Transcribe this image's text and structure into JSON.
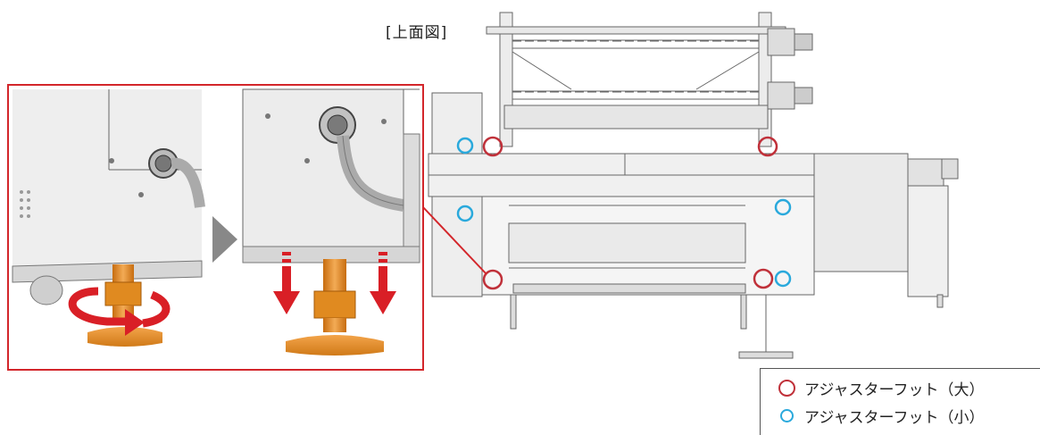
{
  "top_view_label": "[上面図]",
  "legend": {
    "large_label": "アジャスターフット（大）",
    "small_label": "アジャスターフット（小）"
  },
  "colors": {
    "large_marker": "#c0313a",
    "small_marker": "#2aa9dc",
    "callout_frame": "#d3262b",
    "foot": "#e8922a",
    "arrow": "#d91f26"
  }
}
